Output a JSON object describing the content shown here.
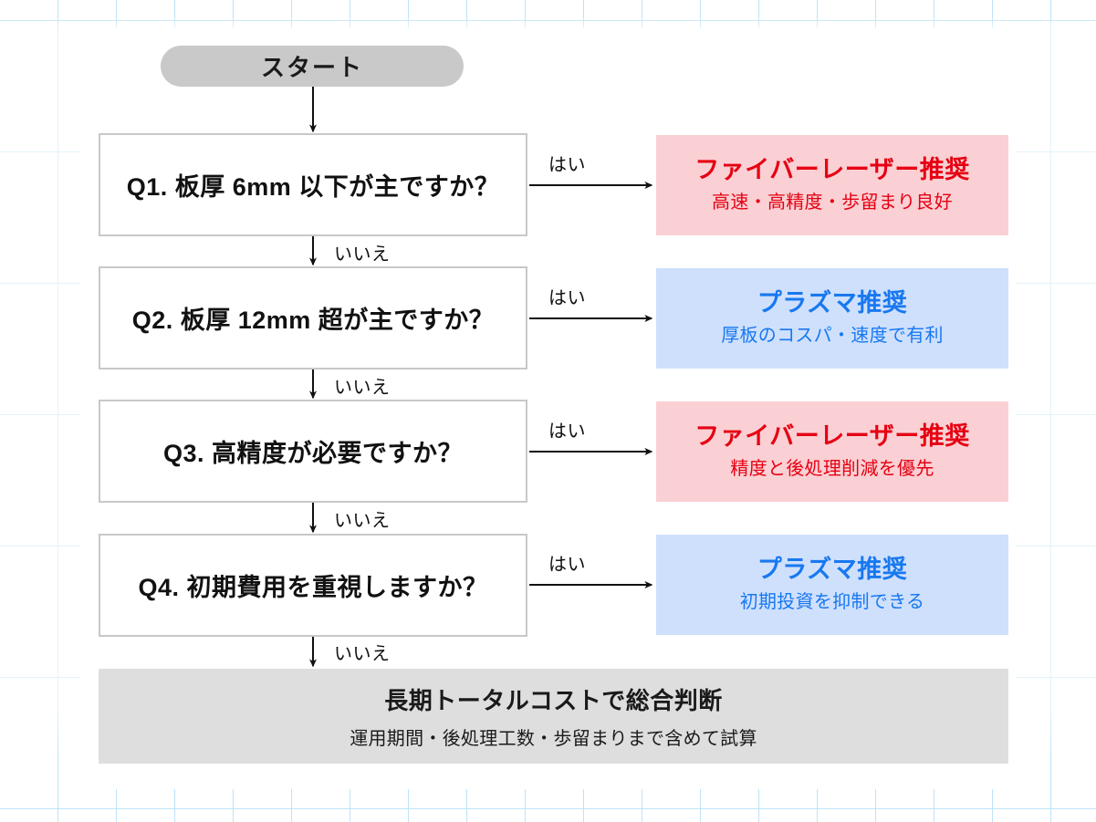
{
  "diagram": {
    "title_text": "",
    "start": {
      "label": "スタート"
    },
    "yes_label": "はい",
    "no_label": "いいえ",
    "questions": [
      {
        "id": "q1",
        "label": "Q1. 板厚 6mm 以下が主ですか？"
      },
      {
        "id": "q2",
        "label": "Q2. 板厚 12mm 超が主ですか？"
      },
      {
        "id": "q3",
        "label": "Q3. 高精度が必要ですか？"
      },
      {
        "id": "q4",
        "label": "Q4. 初期費用を重視しますか？"
      }
    ],
    "results": [
      {
        "id": "r1",
        "tone": "pink",
        "title": "ファイバーレーザー推奨",
        "subtitle": "高速・高精度・歩留まり良好"
      },
      {
        "id": "r2",
        "tone": "blue",
        "title": "プラズマ推奨",
        "subtitle": "厚板のコスパ・速度で有利"
      },
      {
        "id": "r3",
        "tone": "pink",
        "title": "ファイバーレーザー推奨",
        "subtitle": "精度と後処理削減を優先"
      },
      {
        "id": "r4",
        "tone": "blue",
        "title": "プラズマ推奨",
        "subtitle": "初期投資を抑制できる"
      }
    ],
    "final": {
      "title": "長期トータルコストで総合判断",
      "subtitle": "運用期間・後処理工数・歩留まりまで含めて試算"
    },
    "edge_labels": {
      "yes_1": "はい",
      "yes_2": "はい",
      "yes_3": "はい",
      "yes_4": "はい",
      "no_1": "いいえ",
      "no_2": "いいえ",
      "no_3": "いいえ",
      "no_4": "いいえ"
    },
    "colors": {
      "grid_line": "#bfe3f7",
      "panel_bg": "#ffffff",
      "start_bg": "#c9c9c9",
      "question_border": "#c8c8c8",
      "result_pink_bg": "#fad0d4",
      "result_pink_text": "#e60012",
      "result_blue_bg": "#cfe0fd",
      "result_blue_text": "#1878f0",
      "final_bg": "#dededf",
      "arrow": "#111111",
      "text": "#111111"
    }
  }
}
